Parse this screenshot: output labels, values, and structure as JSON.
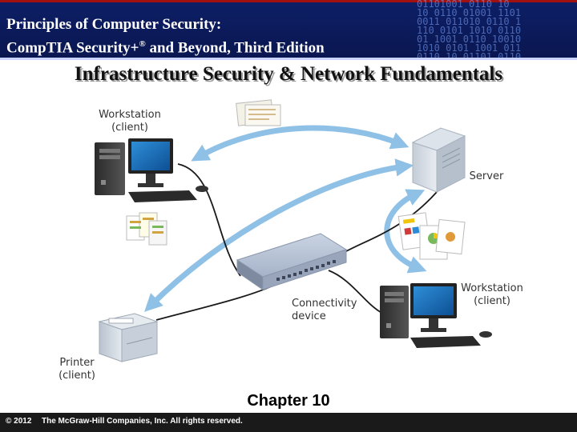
{
  "header": {
    "book_title_line1": "Principles of Computer Security:",
    "book_title_line2_prefix": "CompTIA Security+",
    "book_title_line2_mark": "®",
    "book_title_line2_suffix": " and Beyond, Third Edition",
    "background_color": "#0d1f66"
  },
  "slide": {
    "title": "Infrastructure Security & Network Fundamentals"
  },
  "diagram": {
    "nodes": {
      "workstation_top": {
        "label_line1": "Workstation",
        "label_line2": "(client)"
      },
      "server": {
        "label": "Server"
      },
      "connectivity_device": {
        "label_line1": "Connectivity",
        "label_line2": "device"
      },
      "workstation_bottom": {
        "label_line1": "Workstation",
        "label_line2": "(client)"
      },
      "printer": {
        "label_line1": "Printer",
        "label_line2": "(client)"
      }
    },
    "arrow_color": "#8fc0e6",
    "cable_color": "#1a1a1a"
  },
  "chapter": {
    "label": "Chapter 10"
  },
  "footer": {
    "copyright": "© 2012",
    "publisher": "The McGraw-Hill Companies, Inc. All rights reserved."
  }
}
